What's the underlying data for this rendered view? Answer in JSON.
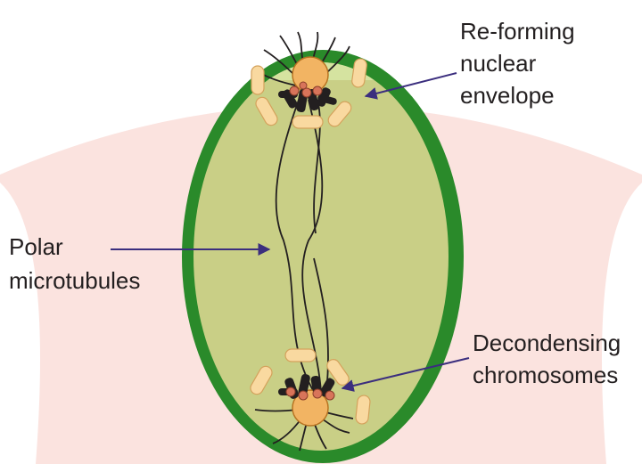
{
  "labels": {
    "reforming": [
      "Re-forming",
      "nuclear",
      "envelope"
    ],
    "polar": [
      "Polar",
      "microtubules"
    ],
    "decondensing": [
      "Decondensing",
      "chromosomes"
    ]
  },
  "colors": {
    "background_band": "#fbe3df",
    "cell_wall": "#2a8a2a",
    "cytoplasm": "#c9cf86",
    "cytoplasm_top": "#d5e3a0",
    "nucleus": "#f2b463",
    "nucleus_stroke": "#b87422",
    "vesicle": "#f9d9a0",
    "vesicle_stroke": "#d4a25c",
    "chromosome": "#231f20",
    "centromere": "#d8745a",
    "microtubule": "#231f20",
    "arrow": "#3b2e7e"
  }
}
